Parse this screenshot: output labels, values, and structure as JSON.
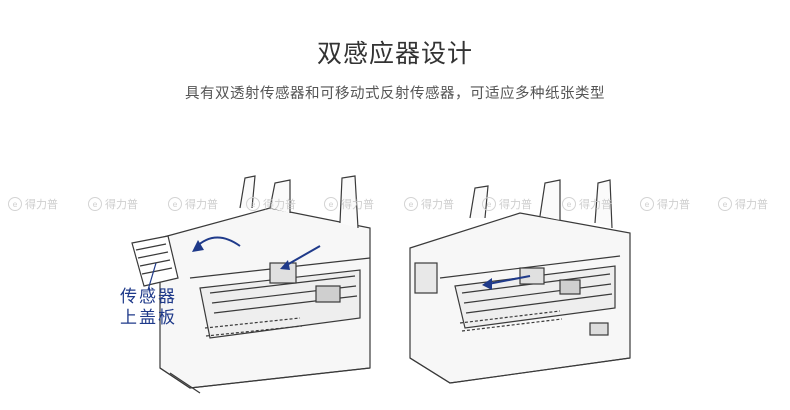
{
  "heading": {
    "title": "双感应器设计",
    "subtitle": "具有双透射传感器和可移动式反射传感器，可适应多种纸张类型"
  },
  "watermark": {
    "text": "得力普",
    "icon": "logo-swirl-icon"
  },
  "callout": {
    "line1": "传感器",
    "line2": "上盖板"
  },
  "colors": {
    "arrow": "#1f3a8a",
    "line_art": "#3a3a3a",
    "watermark": "#c9c9c9"
  }
}
